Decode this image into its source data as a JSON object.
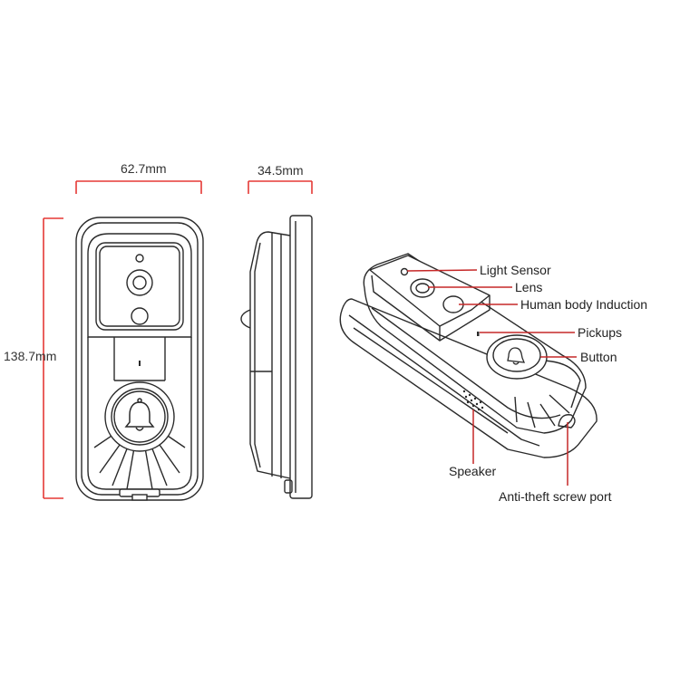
{
  "colors": {
    "dimension_line": "#e53935",
    "callout_line": "#c62828",
    "outline": "#2a2a2a"
  },
  "dimensions": {
    "width": "62.7mm",
    "depth": "34.5mm",
    "height": "138.7mm"
  },
  "callouts": {
    "light_sensor": "Light Sensor",
    "lens": "Lens",
    "human_body_induction": "Human body Induction",
    "pickups": "Pickups",
    "button": "Button",
    "speaker": "Speaker",
    "anti_theft_screw_port": "Anti-theft screw port"
  },
  "icons": {
    "front_button": "bell-icon",
    "angled_button": "bell-icon"
  }
}
